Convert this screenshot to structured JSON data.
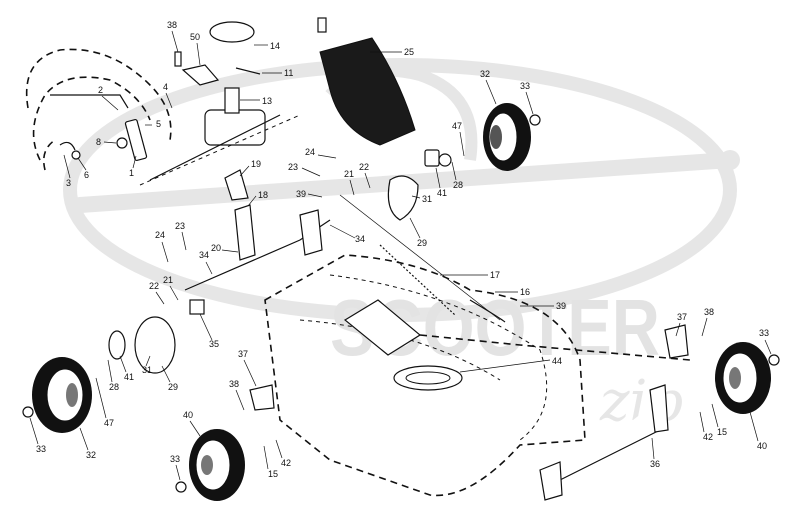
{
  "diagram": {
    "watermark": {
      "brand": "SCOOTER",
      "script": "zip",
      "color": "#d9d9d9"
    },
    "callouts": [
      {
        "id": "c38a",
        "label": "38"
      },
      {
        "id": "c50",
        "label": "50"
      },
      {
        "id": "c14",
        "label": "14"
      },
      {
        "id": "c4",
        "label": "4"
      },
      {
        "id": "c11",
        "label": "11"
      },
      {
        "id": "c13",
        "label": "13"
      },
      {
        "id": "c2",
        "label": "2"
      },
      {
        "id": "c5",
        "label": "5"
      },
      {
        "id": "c8",
        "label": "8"
      },
      {
        "id": "c1",
        "label": "1"
      },
      {
        "id": "c3",
        "label": "3"
      },
      {
        "id": "c6",
        "label": "6"
      },
      {
        "id": "c25",
        "label": "25"
      },
      {
        "id": "c32a",
        "label": "32"
      },
      {
        "id": "c33a",
        "label": "33"
      },
      {
        "id": "c47a",
        "label": "47"
      },
      {
        "id": "c24a",
        "label": "24"
      },
      {
        "id": "c19",
        "label": "19"
      },
      {
        "id": "c23a",
        "label": "23"
      },
      {
        "id": "c22a",
        "label": "22"
      },
      {
        "id": "c21a",
        "label": "21"
      },
      {
        "id": "c39a",
        "label": "39"
      },
      {
        "id": "c41a",
        "label": "41"
      },
      {
        "id": "c28a",
        "label": "28"
      },
      {
        "id": "c31a",
        "label": "31"
      },
      {
        "id": "c18",
        "label": "18"
      },
      {
        "id": "c34a",
        "label": "34"
      },
      {
        "id": "c29a",
        "label": "29"
      },
      {
        "id": "c23b",
        "label": "23"
      },
      {
        "id": "c24b",
        "label": "24"
      },
      {
        "id": "c20",
        "label": "20"
      },
      {
        "id": "c34b",
        "label": "34"
      },
      {
        "id": "c17",
        "label": "17"
      },
      {
        "id": "c22b",
        "label": "22"
      },
      {
        "id": "c21b",
        "label": "21"
      },
      {
        "id": "c16",
        "label": "16"
      },
      {
        "id": "c39b",
        "label": "39"
      },
      {
        "id": "c35",
        "label": "35"
      },
      {
        "id": "c37a",
        "label": "37"
      },
      {
        "id": "c38b",
        "label": "38"
      },
      {
        "id": "c33b",
        "label": "33"
      },
      {
        "id": "c41b",
        "label": "41"
      },
      {
        "id": "c28b",
        "label": "28"
      },
      {
        "id": "c31b",
        "label": "31"
      },
      {
        "id": "c29b",
        "label": "29"
      },
      {
        "id": "c44",
        "label": "44"
      },
      {
        "id": "c37b",
        "label": "37"
      },
      {
        "id": "c38c",
        "label": "38"
      },
      {
        "id": "c47b",
        "label": "47"
      },
      {
        "id": "c33c",
        "label": "33"
      },
      {
        "id": "c32b",
        "label": "32"
      },
      {
        "id": "c40a",
        "label": "40"
      },
      {
        "id": "c42a",
        "label": "42"
      },
      {
        "id": "c15a",
        "label": "15"
      },
      {
        "id": "c33d",
        "label": "33"
      },
      {
        "id": "c36",
        "label": "36"
      },
      {
        "id": "c42b",
        "label": "42"
      },
      {
        "id": "c15b",
        "label": "15"
      },
      {
        "id": "c40b",
        "label": "40"
      }
    ]
  }
}
